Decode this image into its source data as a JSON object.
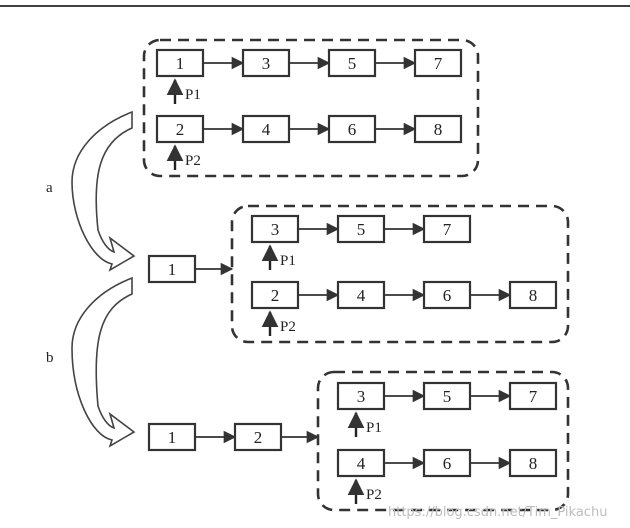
{
  "steps": [
    {
      "label": "",
      "merged": [],
      "list1": {
        "nodes": [
          "1",
          "3",
          "5",
          "7"
        ],
        "pointer": "P1"
      },
      "list2": {
        "nodes": [
          "2",
          "4",
          "6",
          "8"
        ],
        "pointer": "P2"
      }
    },
    {
      "label": "a",
      "merged": [
        "1"
      ],
      "list1": {
        "nodes": [
          "3",
          "5",
          "7"
        ],
        "pointer": "P1"
      },
      "list2": {
        "nodes": [
          "2",
          "4",
          "6",
          "8"
        ],
        "pointer": "P2"
      }
    },
    {
      "label": "b",
      "merged": [
        "1",
        "2"
      ],
      "list1": {
        "nodes": [
          "3",
          "5",
          "7"
        ],
        "pointer": "P1"
      },
      "list2": {
        "nodes": [
          "4",
          "6",
          "8"
        ],
        "pointer": "P2"
      }
    }
  ],
  "watermark": "https://blog.csdn.net/Tim_Pikachu",
  "colors": {
    "line": "#333333",
    "shade": "#9a9a9a",
    "watermark": "#bdbdbd"
  }
}
